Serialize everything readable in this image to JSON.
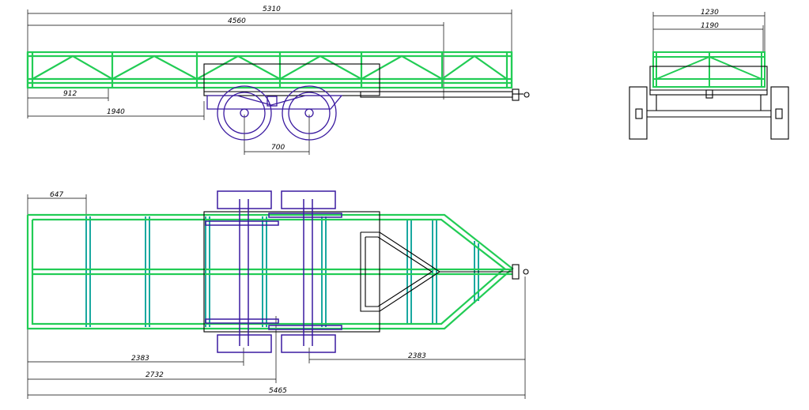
{
  "colors": {
    "frame": "#22cc55",
    "cross": "#1aa8a0",
    "axle": "#3a1aa0",
    "steel": "#000000",
    "dim": "#000000"
  },
  "side_view": {
    "dim_overall": "5310",
    "dim_deck": "4560",
    "dim_912": "912",
    "dim_1940": "1940",
    "dim_axle_spacing": "700"
  },
  "rear_view": {
    "dim_outer": "1230",
    "dim_inner": "1190"
  },
  "top_view": {
    "dim_647": "647",
    "dim_2383_left": "2383",
    "dim_2732": "2732",
    "dim_2383_right": "2383",
    "dim_overall": "5465"
  }
}
